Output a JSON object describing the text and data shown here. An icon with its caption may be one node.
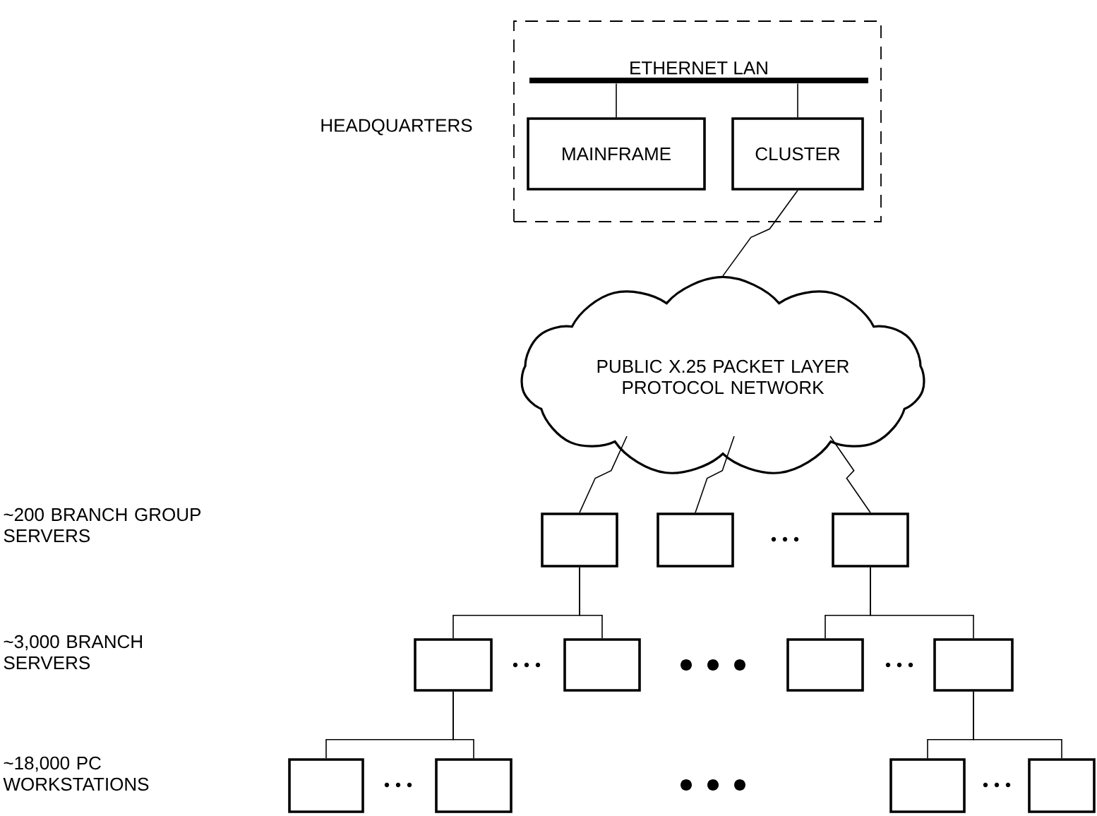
{
  "diagram": {
    "nodes": [
      {
        "text": [],
        "shape": "box"
      },
      {
        "text": [
          "ETHERNET LAN"
        ],
        "in": 0
      },
      {
        "text": [
          "MAINFRAME"
        ],
        "in": 0
      },
      {
        "text": [
          "CLUSTER"
        ],
        "in": 0
      },
      {
        "text": [
          "PUBLIC X.25 PACKET LAYER PROTOCOL NETWORK"
        ]
      },
      {
        "text": [],
        "shape": "box"
      },
      {
        "text": [],
        "shape": "box"
      },
      {
        "text": [],
        "shape": "box"
      },
      {
        "text": [],
        "shape": "box"
      },
      {
        "text": [],
        "shape": "box"
      },
      {
        "text": [],
        "shape": "box"
      },
      {
        "text": [],
        "shape": "box"
      },
      {
        "text": [],
        "shape": "box"
      },
      {
        "text": [],
        "shape": "box"
      },
      {
        "text": [],
        "shape": "box"
      },
      {
        "text": [],
        "shape": "box"
      }
    ],
    "edges": [
      {
        "from": 1,
        "to": 2,
        "arrow": "none"
      },
      {
        "from": 1,
        "to": 3,
        "arrow": "none"
      },
      {
        "from": 3,
        "to": 4,
        "arrow": "none"
      },
      {
        "from": 4,
        "to": 5,
        "arrow": "none"
      },
      {
        "from": 4,
        "to": 6,
        "arrow": "none"
      },
      {
        "from": 4,
        "to": 7,
        "arrow": "none"
      },
      {
        "from": 5,
        "to": 8,
        "arrow": "none"
      },
      {
        "from": 5,
        "to": 9,
        "arrow": "none"
      },
      {
        "from": 7,
        "to": 10,
        "arrow": "none"
      },
      {
        "from": 7,
        "to": 11,
        "arrow": "none"
      },
      {
        "from": 8,
        "to": 12,
        "arrow": "none"
      },
      {
        "from": 8,
        "to": 13,
        "arrow": "none"
      },
      {
        "from": 11,
        "to": 14,
        "arrow": "none"
      },
      {
        "from": 11,
        "to": 15,
        "arrow": "none"
      }
    ],
    "labels": [
      "HEADQUARTERS",
      "~200 BRANCH GROUP SERVERS",
      "~3,000 BRANCH SERVERS",
      "~18,000 PC WORKSTATIONS"
    ]
  }
}
